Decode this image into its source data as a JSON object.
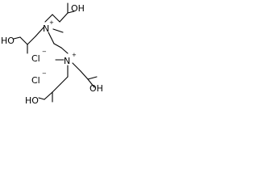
{
  "molecule": {
    "labels": {
      "oh_top_right": "OH",
      "oh_upper_left": "HO",
      "n_top": "N",
      "n_top_charge": "+",
      "cl_top": "Cl",
      "cl_top_charge": "−",
      "n_bottom": "N",
      "n_bottom_charge": "+",
      "cl_bottom": "Cl",
      "cl_bottom_charge": "−",
      "oh_bottom_right": "OH",
      "oh_bottom_left": "HO"
    }
  }
}
